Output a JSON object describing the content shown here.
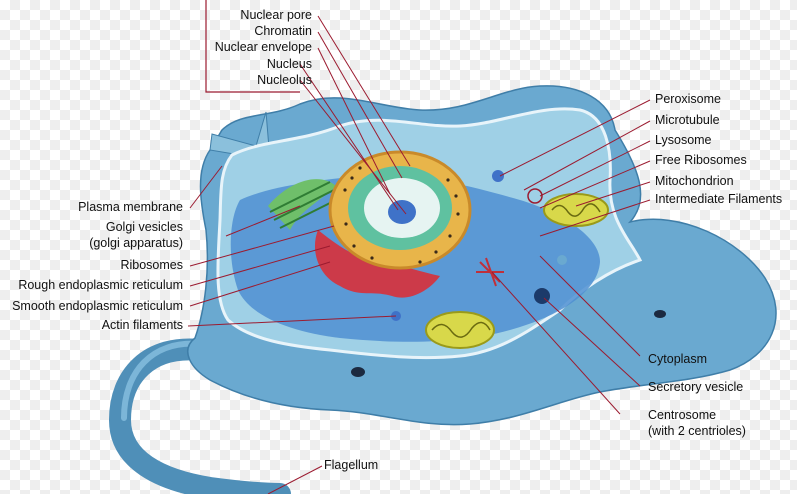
{
  "colors": {
    "cell_outer": "#6aa9d0",
    "cell_inner": "#9fd0e6",
    "cell_core": "#4f8fd1",
    "nucleus_ring": "#e8b54a",
    "leader_lines": "#9b1b30"
  },
  "labels": {
    "nuclear_pore": "Nuclear pore",
    "chromatin": "Chromatin",
    "nuclear_envelope": "Nuclear envelope",
    "nucleus": "Nucleus",
    "nucleolus": "Nucleolus",
    "peroxisome": "Peroxisome",
    "microtubule": "Microtubule",
    "lysosome": "Lysosome",
    "free_ribosomes": "Free Ribosomes",
    "mitochondrion": "Mitochondrion",
    "intermediate_filaments": "Intermediate Filaments",
    "plasma_membrane": "Plasma membrane",
    "golgi_vesicles": "Golgi vesicles",
    "golgi_apparatus": "(golgi apparatus)",
    "ribosomes": "Ribosomes",
    "rough_er": "Rough endoplasmic reticulum",
    "smooth_er": "Smooth endoplasmic reticulum",
    "actin_filaments": "Actin filaments",
    "cytoplasm": "Cytoplasm",
    "secretory_vesicle": "Secretory vesicle",
    "centrosome": "Centrosome",
    "centrosome_note": "(with 2 centrioles)",
    "flagellum": "Flagellum"
  }
}
